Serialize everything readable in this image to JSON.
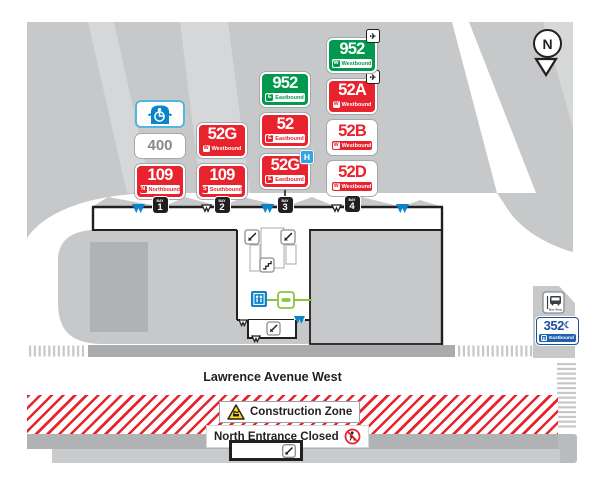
{
  "street": {
    "name": "Lawrence Avenue West"
  },
  "compass": {
    "label": "N"
  },
  "notices": {
    "construction": "Construction Zone",
    "entrance_closed": "North Entrance Closed"
  },
  "bay_sign": {
    "label": "BAY"
  },
  "symbols": {
    "airport": "✈",
    "hospital": "H",
    "night_moon": "☾"
  },
  "icons": {
    "compass": "north-arrow-down",
    "accessible": "wheelchair-on-bus",
    "airport": "airplane",
    "hospital": "hospital-H",
    "night": "crescent-moon",
    "construction": "warning-triangle",
    "entrance_closed": "no-pedestrians",
    "bus_stop": "bus-stop-sign",
    "door": "door-chevron",
    "elevator": "elevator",
    "escalator": "escalator",
    "stairs": "stairs",
    "fare_gate": "fare-gate"
  },
  "colors": {
    "route_red": "#e8232e",
    "express_green": "#00994d",
    "accessible_blue": "#54b5e0",
    "door_blue": "#0b84c9",
    "hospital_blue": "#2ea7e0",
    "night_blue": "#1d4f9c",
    "fare_green": "#8bc53f",
    "pavement_gray": "#c6c8ca"
  },
  "street_stop": {
    "number": "352",
    "dir_letter": "E",
    "dir_word": "Eastbound",
    "night": true,
    "sign": "Bus Stop"
  },
  "platforms": [
    {
      "bay": "1",
      "routes": [
        {
          "kind": "route",
          "number": "109",
          "color": "red",
          "strip": "white",
          "dir_letter": "N",
          "dir_word": "Northbound"
        },
        {
          "kind": "route",
          "number": "400",
          "color": "plain"
        },
        {
          "kind": "accessible"
        }
      ]
    },
    {
      "bay": "2",
      "routes": [
        {
          "kind": "route",
          "number": "109",
          "color": "red",
          "strip": "white",
          "dir_letter": "S",
          "dir_word": "Southbound"
        },
        {
          "kind": "route",
          "number": "52G",
          "color": "red",
          "strip": "solid",
          "dir_letter": "W",
          "dir_word": "Westbound"
        }
      ]
    },
    {
      "bay": "3",
      "routes": [
        {
          "kind": "route",
          "number": "52G",
          "color": "red",
          "strip": "white",
          "dir_letter": "E",
          "dir_word": "Eastbound",
          "hospital": true
        },
        {
          "kind": "route",
          "number": "52",
          "color": "red",
          "strip": "white",
          "dir_letter": "E",
          "dir_word": "Eastbound"
        },
        {
          "kind": "route",
          "number": "952",
          "color": "green",
          "strip": "white",
          "dir_letter": "E",
          "dir_word": "Eastbound"
        }
      ]
    },
    {
      "bay": "4",
      "routes": [
        {
          "kind": "route",
          "number": "52D",
          "color": "outline",
          "strip": "solid",
          "dir_letter": "W",
          "dir_word": "Westbound"
        },
        {
          "kind": "route",
          "number": "52B",
          "color": "outline",
          "strip": "solid",
          "dir_letter": "W",
          "dir_word": "Westbound"
        },
        {
          "kind": "route",
          "number": "52A",
          "color": "red",
          "strip": "solid",
          "dir_letter": "W",
          "dir_word": "Westbound",
          "airport": true
        },
        {
          "kind": "route",
          "number": "952",
          "color": "green",
          "strip": "white",
          "dir_letter": "W",
          "dir_word": "Westbound",
          "airport": true
        }
      ]
    }
  ]
}
